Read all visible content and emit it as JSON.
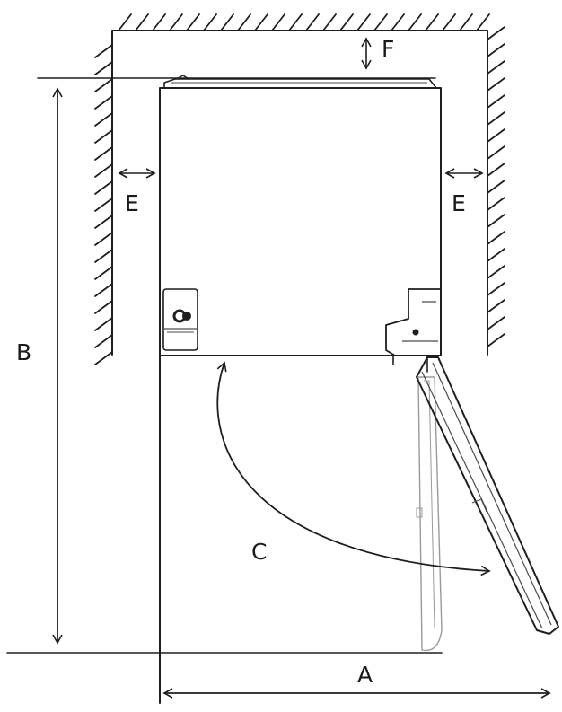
{
  "labels": {
    "a": "A",
    "b": "B",
    "c": "C",
    "e_left": "E",
    "e_right": "E",
    "f": "F"
  },
  "colors": {
    "line": "#1f1f1f",
    "background": "#ffffff"
  }
}
